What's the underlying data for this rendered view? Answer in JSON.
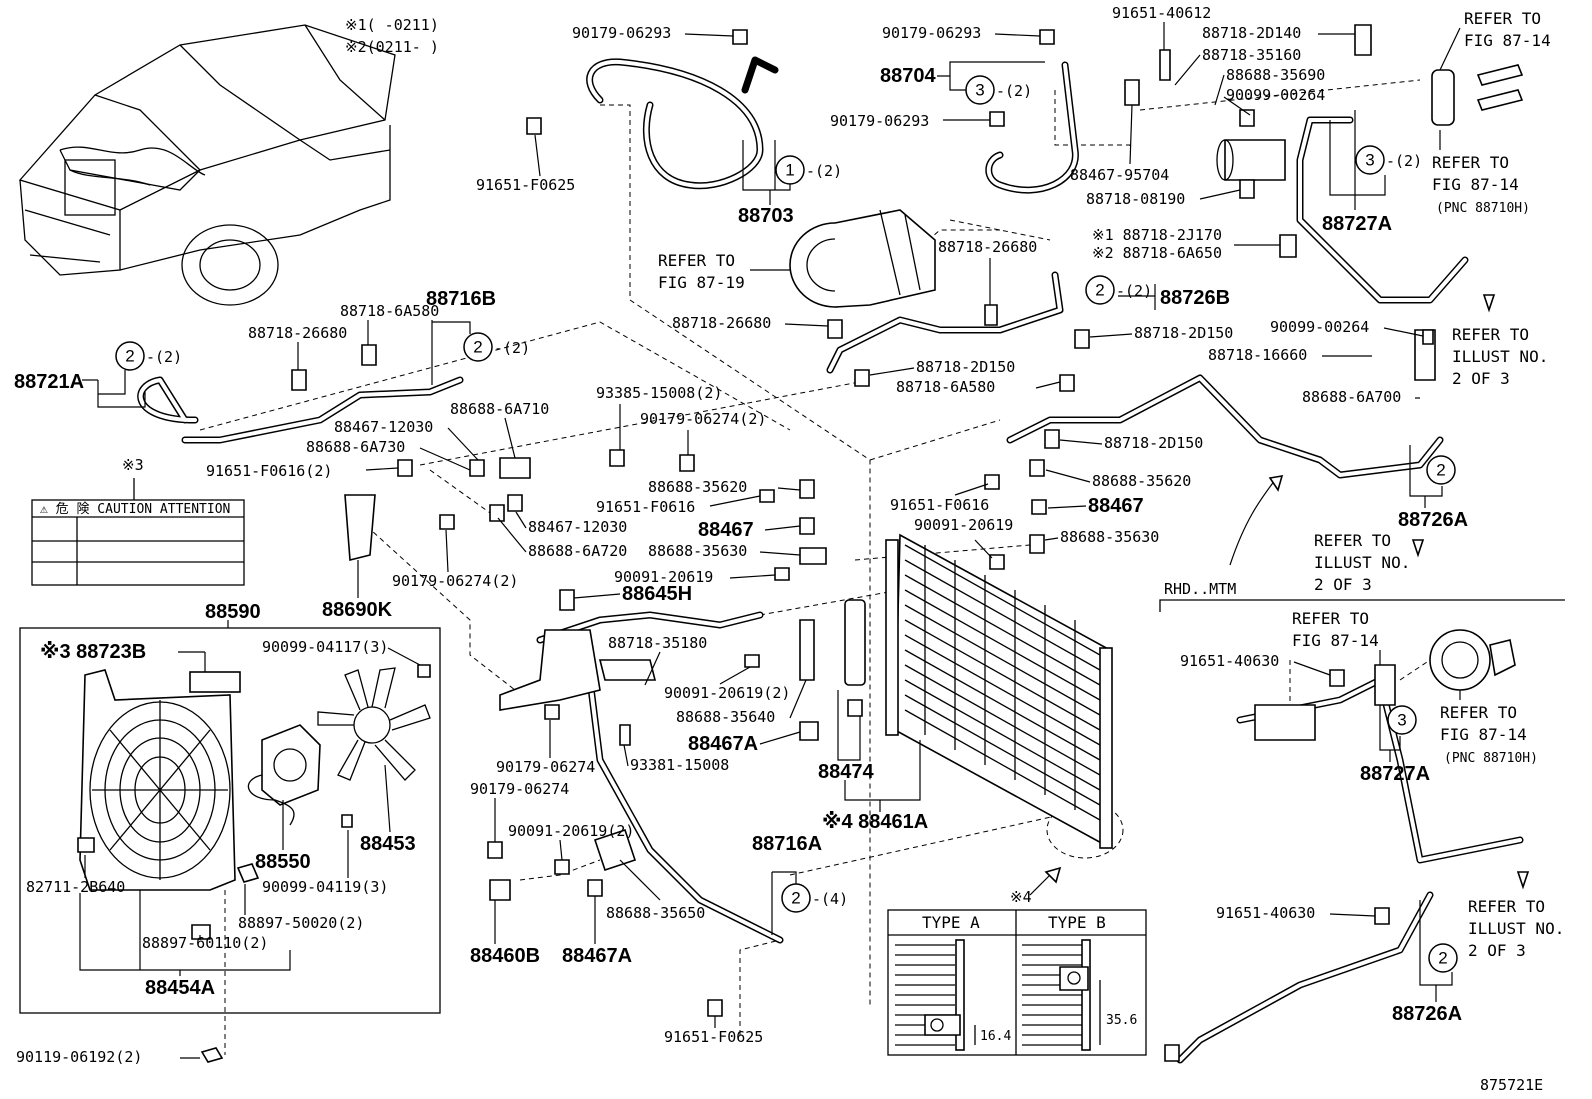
{
  "figure_id": "875721E",
  "notes": {
    "n1": "※1(    -0211)",
    "n2": "※2(0211-    )",
    "n3": "※3",
    "n4": "※4"
  },
  "caution_label": {
    "text": "⚠ 危 険  CAUTION  ATTENTION"
  },
  "sections": {
    "rhd": "RHD..MTM",
    "type_a": "TYPE A",
    "type_b": "TYPE B",
    "dim_a": "16.4",
    "dim_b": "35.6"
  },
  "refs": {
    "fig8719a": "REFER TO",
    "fig8719b": "FIG 87-19",
    "fig8714a_top": "REFER TO",
    "fig8714b_top": "FIG 87-14",
    "fig8714a_mid": "REFER TO",
    "fig8714b_mid": "FIG 87-14",
    "pnc_mid": "(PNC 88710H)",
    "illust1a": "REFER TO",
    "illust1b": "ILLUST NO.",
    "illust1c": "2 OF 3",
    "illust2a": "REFER TO",
    "illust2b": "ILLUST NO.",
    "illust2c": "2 OF 3",
    "fig8714a_rhd": "REFER TO",
    "fig8714b_rhd": "FIG 87-14",
    "fig8714a_rhd2": "REFER TO",
    "fig8714b_rhd2": "FIG 87-14",
    "pnc_rhd": "(PNC 88710H)",
    "illust3a": "REFER TO",
    "illust3b": "ILLUST NO.",
    "illust3c": "2 OF 3"
  },
  "circles": {
    "c1": {
      "num": "1",
      "qty": "-(2)"
    },
    "c2a": {
      "num": "2",
      "qty": "-(2)"
    },
    "c2b": {
      "num": "2",
      "qty": "-(2)"
    },
    "c2c": {
      "num": "2",
      "qty": "-(2)"
    },
    "c2d": {
      "num": "2",
      "qty": "-(4)"
    },
    "c2e": {
      "num": "2",
      "qty": ""
    },
    "c2f": {
      "num": "2",
      "qty": ""
    },
    "c3a": {
      "num": "3",
      "qty": "-(2)"
    },
    "c3b": {
      "num": "3",
      "qty": "-(2)"
    },
    "c3c": {
      "num": "3",
      "qty": ""
    }
  },
  "parts": {
    "p_90179_06293_a": "90179-06293",
    "p_91651_f0625_a": "91651-F0625",
    "p_88703": "88703",
    "p_90179_06293_b": "90179-06293",
    "p_88704": "88704",
    "p_90179_06293_c": "90179-06293",
    "p_91651_40612": "91651-40612",
    "p_88718_2d140": "88718-2D140",
    "p_88718_35160": "88718-35160",
    "p_88688_35690": "88688-35690",
    "p_90099_00264_a": "90099-00264",
    "p_88467_95704": "88467-95704",
    "p_88718_08190": "88718-08190",
    "p_88727a_top": "88727A",
    "p_88718_2j170": "※1 88718-2J170",
    "p_88718_6a650": "※2 88718-6A650",
    "p_88718_26680_a": "88718-26680",
    "p_88726b": "88726B",
    "p_88718_26680_b": "88718-26680",
    "p_88718_2d150_a": "88718-2D150",
    "p_88718_2d150_b": "88718-2D150",
    "p_88718_6a580_b": "88718-6A580",
    "p_90099_00264_b": "90099-00264",
    "p_88718_16660": "88718-16660",
    "p_88688_6a700": "88688-6A700",
    "p_88718_2d150_c": "88718-2D150",
    "p_88688_35620_b": "88688-35620",
    "p_91651_f0616_b": "91651-F0616",
    "p_88467_c": "88467",
    "p_90091_20619_b": "90091-20619",
    "p_88688_35630_b": "88688-35630",
    "p_88726a_top": "88726A",
    "p_88716b": "88716B",
    "p_88718_6a580": "88718-6A580",
    "p_88718_26680_c": "88718-26680",
    "p_88721a": "88721A",
    "p_88467_12030_a": "88467-12030",
    "p_88688_6a710": "88688-6A710",
    "p_88688_6a730": "88688-6A730",
    "p_91651_f0616_a": "91651-F0616(2)",
    "p_93385_15008": "93385-15008(2)",
    "p_90179_06274_2a": "90179-06274(2)",
    "p_88688_35620_a": "88688-35620",
    "p_91651_f0616_c": "91651-F0616",
    "p_88467_a": "88467",
    "p_88467_12030_b": "88467-12030",
    "p_88688_6a720": "88688-6A720",
    "p_88688_35630_a": "88688-35630",
    "p_90091_20619_a": "90091-20619",
    "p_90179_06274_2b": "90179-06274(2)",
    "p_88690k": "88690K",
    "p_88645h": "88645H",
    "p_88718_35180": "88718-35180",
    "p_90091_20619_2a": "90091-20619(2)",
    "p_88688_35640": "88688-35640",
    "p_88467a_a": "88467A",
    "p_88474": "88474",
    "p_88461a": "※4 88461A",
    "p_90179_06274_a": "90179-06274",
    "p_93381_15008": "93381-15008",
    "p_90179_06274_b": "90179-06274",
    "p_90091_20619_2b": "90091-20619(2)",
    "p_88716a": "88716A",
    "p_88688_35650": "88688-35650",
    "p_88460b": "88460B",
    "p_88467a_b": "88467A",
    "p_91651_f0625_b": "91651-F0625",
    "p_88590": "88590",
    "p_88723b": "※3 88723B",
    "p_90099_04117": "90099-04117(3)",
    "p_88550": "88550",
    "p_88453": "88453",
    "p_90099_04119": "90099-04119(3)",
    "p_82711_2b640": "82711-2B640",
    "p_88897_50020": "88897-50020(2)",
    "p_88897_60110": "88897-60110(2)",
    "p_88454a": "88454A",
    "p_90119_06192": "90119-06192(2)",
    "p_91651_40630_a": "91651-40630",
    "p_88727a_rhd": "88727A",
    "p_91651_40630_b": "91651-40630",
    "p_88726a_rhd": "88726A"
  }
}
